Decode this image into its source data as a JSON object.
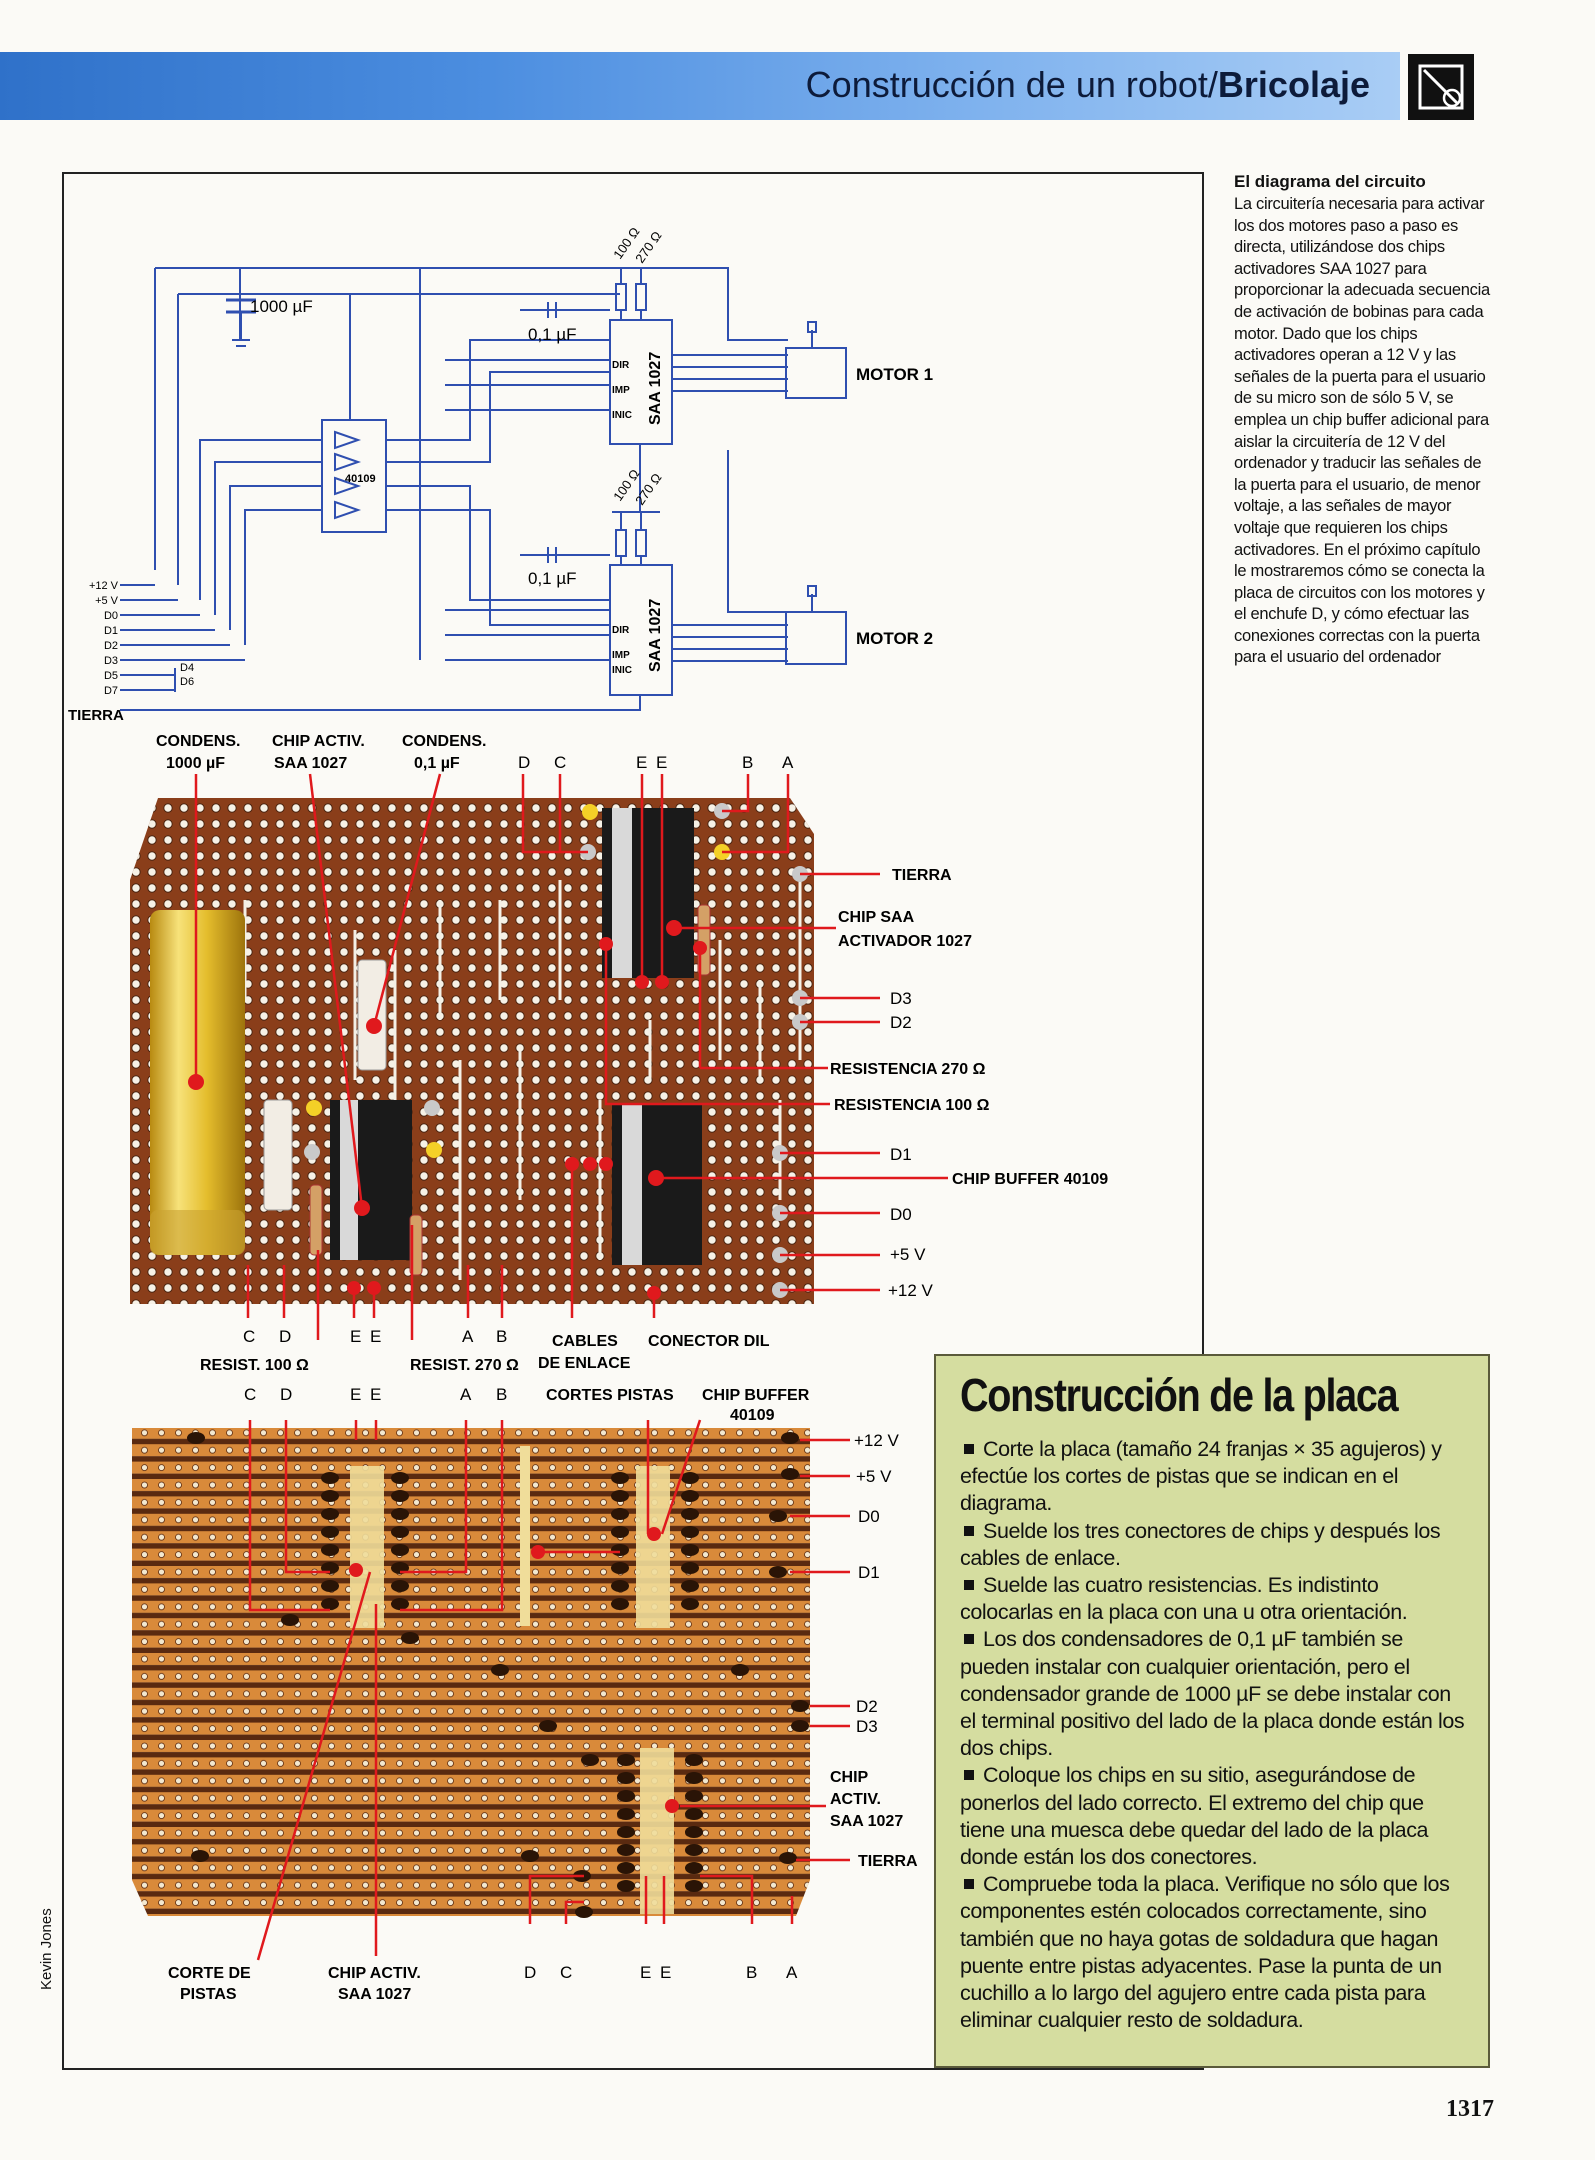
{
  "header": {
    "title_plain": "Construcción de un robot/",
    "title_bold": "Bricolaje"
  },
  "caption": {
    "title": "El diagrama del circuito",
    "body": "La circuitería necesaria para activar los dos motores paso a paso es directa, utilizándose dos chips activadores SAA 1027 para proporcionar la adecuada secuencia de activación de bobinas para cada motor. Dado que los chips activadores operan a 12 V y las señales de la puerta para el usuario de su micro son de sólo 5 V, se emplea un chip buffer adicional para aislar la circuitería de 12 V del ordenador y traducir las señales de la puerta para el usuario, de menor voltaje, a las señales de mayor voltaje que requieren los chips activadores. En el próximo capítulo le mostraremos cómo se conecta la placa de circuitos con los motores y el enchufe D, y cómo efectuar las conexiones correctas con la puerta para el usuario del ordenador"
  },
  "box": {
    "title": "Construcción de la placa",
    "items": [
      "Corte la placa (tamaño 24 franjas × 35 agujeros) y efectúe los cortes de pistas que se indican en el diagrama.",
      "Suelde los tres conectores de chips y después los cables de enlace.",
      "Suelde las cuatro resistencias. Es indistinto colocarlas en la placa con una u otra orientación.",
      "Los dos condensadores de 0,1 µF también se pueden instalar con cualquier orientación, pero el condensador grande de 1000 µF se debe instalar con el terminal positivo del lado de la placa donde están los dos chips.",
      "Coloque los chips en su sitio, asegurándose de ponerlos del lado correcto. El extremo del chip que tiene una muesca debe quedar del lado de la placa donde están los dos conectores.",
      "Compruebe toda la placa. Verifique no sólo que los componentes estén colocados correctamente, sino también que no haya gotas de soldadura que hagan puente entre pistas adyacentes. Pase la punta de un cuchillo a lo largo del agujero entre cada pista para eliminar cualquier resto de soldadura."
    ]
  },
  "page_number": "1317",
  "credit": "Kevin Jones",
  "schematic": {
    "cap_large": "1000 µF",
    "cap_small_1": "0,1 µF",
    "cap_small_2": "0,1 µF",
    "res_100_1": "100 Ω",
    "res_270_1": "270 Ω",
    "res_100_2": "100 Ω",
    "res_270_2": "270 Ω",
    "buffer_chip": "40109",
    "driver_chip_1": "SAA 1027",
    "driver_chip_2": "SAA 1027",
    "pin_dir": "DIR",
    "pin_imp": "IMP",
    "pin_inic": "INIC",
    "motor_1": "MOTOR 1",
    "motor_2": "MOTOR 2",
    "inputs": [
      "+12 V",
      "+5 V",
      "D0",
      "D1",
      "D2",
      "D3",
      "D5",
      "D7"
    ],
    "inputs_right": [
      "D4",
      "D6"
    ],
    "ground": "TIERRA"
  },
  "board_top": {
    "labels_top": {
      "cap1000_a": "CONDENS.",
      "cap1000_b": "1000 µF",
      "chip_a": "CHIP ACTIV.",
      "chip_b": "SAA 1027",
      "cap01_a": "CONDENS.",
      "cap01_b": "0,1 µF",
      "letters": [
        "D",
        "C",
        "E",
        "E",
        "B",
        "A"
      ]
    },
    "labels_right": {
      "tierra": "TIERRA",
      "chip_saa_a": "CHIP SAA",
      "chip_saa_b": "ACTIVADOR 1027",
      "d3": "D3",
      "d2": "D2",
      "res270": "RESISTENCIA 270 Ω",
      "res100": "RESISTENCIA 100 Ω",
      "d1": "D1",
      "buffer": "CHIP BUFFER 40109",
      "d0": "D0",
      "p5": "+5 V",
      "p12": "+12 V"
    },
    "labels_bottom": {
      "letters": [
        "C",
        "D",
        "E",
        "E",
        "A",
        "B"
      ],
      "res100": "RESIST. 100 Ω",
      "res270": "RESIST. 270 Ω",
      "cables_a": "CABLES",
      "cables_b": "DE ENLACE",
      "conector": "CONECTOR DIL"
    }
  },
  "board_bottom": {
    "labels_top": {
      "letters": [
        "C",
        "D",
        "E",
        "E",
        "A",
        "B"
      ],
      "cortes": "CORTES PISTAS",
      "buffer_a": "CHIP BUFFER",
      "buffer_b": "40109"
    },
    "labels_right": {
      "p12": "+12 V",
      "p5": "+5 V",
      "d0": "D0",
      "d1": "D1",
      "d2": "D2",
      "d3": "D3",
      "chip_a": "CHIP",
      "chip_b": "ACTIV.",
      "chip_c": "SAA 1027",
      "tierra": "TIERRA"
    },
    "labels_bottom": {
      "corte_a": "CORTE DE",
      "corte_b": "PISTAS",
      "chip_a": "CHIP ACTIV.",
      "chip_b": "SAA 1027",
      "letters": [
        "D",
        "C",
        "E",
        "E",
        "B",
        "A"
      ]
    }
  }
}
